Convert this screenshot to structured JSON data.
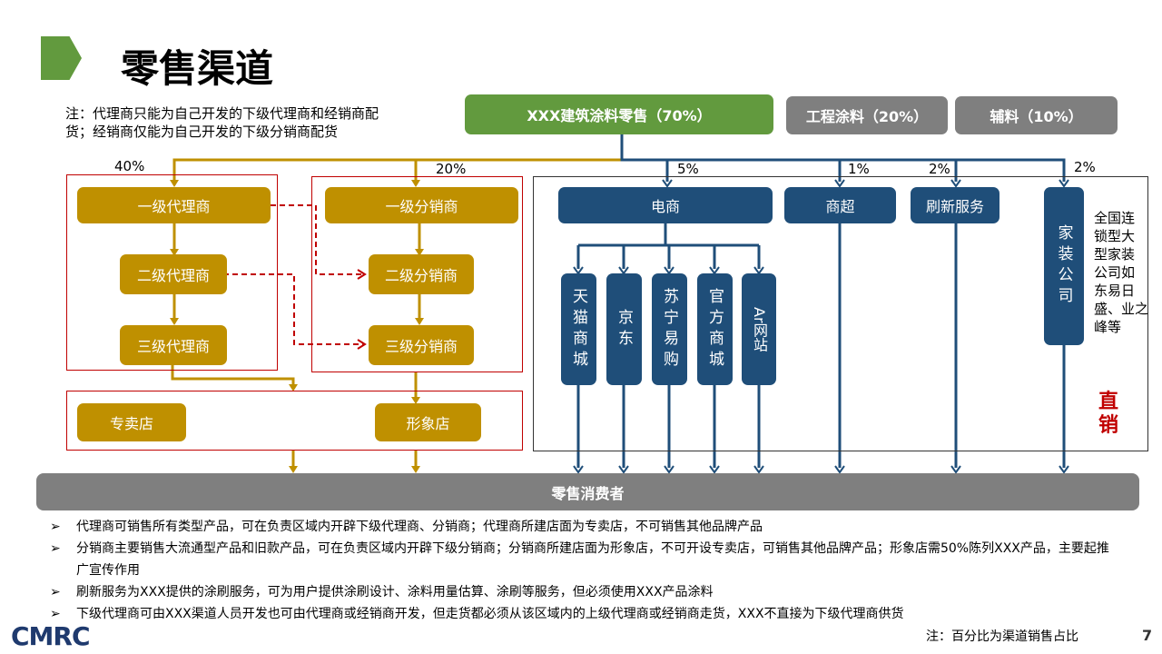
{
  "title": "零售渠道",
  "note_top": [
    "注：代理商只能为自己开发的下级代理商和经销商配",
    "货；经销商仅能为自己开发的下级分销商配货"
  ],
  "top_boxes": {
    "main": "XXX建筑涂料零售（70%）",
    "engineering": "工程涂料（20%）",
    "auxiliary": "辅料（10%）"
  },
  "percents": {
    "agent": "40%",
    "distributor": "20%",
    "ecommerce": "5%",
    "supermarket": "1%",
    "painting": "2%",
    "decor": "2%"
  },
  "agents": [
    "一级代理商",
    "二级代理商",
    "三级代理商"
  ],
  "distributors": [
    "一级分销商",
    "二级分销商",
    "三级分销商"
  ],
  "stores": {
    "exclusive": "专卖店",
    "image": "形象店"
  },
  "direct": {
    "ecommerce": "电商",
    "supermarket": "商超",
    "painting": "刷新服务",
    "decor": "家装公司",
    "platforms": [
      "天猫商城",
      "京东",
      "苏宁易购",
      "官方商城",
      "Ar网站"
    ],
    "decor_note": [
      "全国连",
      "锁型大",
      "型家装",
      "公司如",
      "东易日",
      "盛、业之",
      "峰等"
    ],
    "label": "直销"
  },
  "consumer": "零售消费者",
  "bullets": [
    "代理商可销售所有类型产品，可在负责区域内开辟下级代理商、分销商；代理商所建店面为专卖店，不可销售其他品牌产品",
    "分销商主要销售大流通型产品和旧款产品，可在负责区域内开辟下级分销商；分销商所建店面为形象店，不可开设专卖店，可销售其他品牌产品；形象店需50%陈列XXX产品，主要起推广宣传作用",
    "刷新服务为XXX提供的涂刷服务，可为用户提供涂刷设计、涂料用量估算、涂刷等服务，但必须使用XXX产品涂料",
    "下级代理商可由XXX渠道人员开发也可由代理商或经销商开发，但走货都必须从该区域内的上级代理商或经销商走货，XXX不直接为下级代理商供货"
  ],
  "bullet_marker": "➢",
  "footnote": "注：百分比为渠道销售占比",
  "page": "7",
  "logo": "CMRC",
  "colors": {
    "green": "#629a3e",
    "gold": "#bf9000",
    "blue": "#1f4e79",
    "gray": "#7f7f7f",
    "red": "#c00000"
  }
}
